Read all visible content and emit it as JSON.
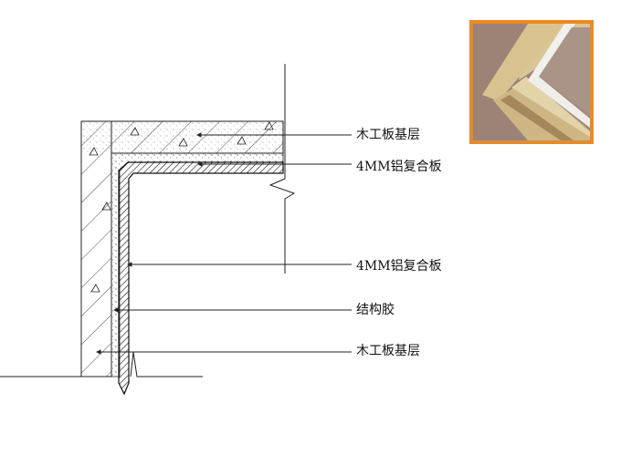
{
  "labels": {
    "top_wood": "木工板基层",
    "top_panel": "4MM铝复合板",
    "side_panel": "4MM铝复合板",
    "glue": "结构胶",
    "side_wood": "木工板基层"
  },
  "photo": {
    "border_color": "#e88a2a",
    "subject": "plywood-corner-photo"
  }
}
